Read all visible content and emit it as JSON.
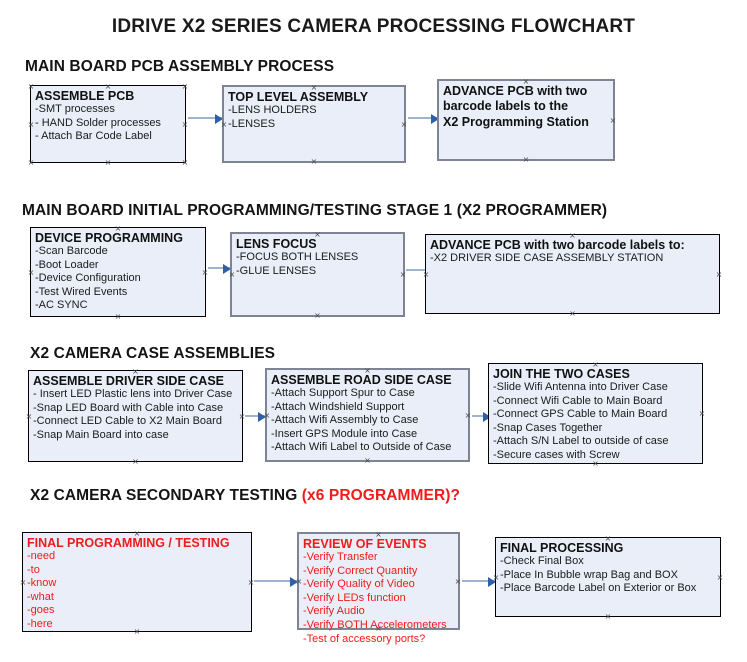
{
  "document": {
    "title": "IDRIVE X2  SERIES CAMERA PROCESSING FLOWCHART"
  },
  "colors": {
    "node_fill": "#e9eef8",
    "node_border": "#000000",
    "node_border_selected": "#7e8493",
    "accent_red": "#ee1c1c",
    "connector": "#9fb3cd",
    "arrow_head": "#2f5fa8",
    "text": "#1b1b1b"
  },
  "sections": [
    {
      "heading": "MAIN BOARD PCB ASSEMBLY PROCESS",
      "heading_accent": "",
      "nodes": [
        {
          "title": "ASSEMBLE PCB",
          "title_color": "black",
          "bold_body": false,
          "items": [
            "-SMT processes",
            "- HAND Solder processes",
            "- Attach Bar Code Label"
          ]
        },
        {
          "title": "TOP LEVEL ASSEMBLY",
          "title_color": "black",
          "bold_body": false,
          "items": [
            "-LENS HOLDERS",
            "-LENSES"
          ]
        },
        {
          "title": "ADVANCE PCB with two",
          "title_color": "black",
          "bold_body": true,
          "items": [
            "barcode labels to the",
            " X2 Programming Station"
          ]
        }
      ]
    },
    {
      "heading": "MAIN BOARD INITIAL PROGRAMMING/TESTING STAGE 1 (X2 PROGRAMMER)",
      "heading_accent": "",
      "nodes": [
        {
          "title": "DEVICE PROGRAMMING",
          "title_color": "black",
          "bold_body": false,
          "items": [
            "-Scan Barcode",
            "-Boot Loader",
            "-Device Configuration",
            "-Test Wired Events",
            "-AC SYNC"
          ]
        },
        {
          "title": "LENS FOCUS",
          "title_color": "black",
          "bold_body": false,
          "items": [
            "-FOCUS BOTH LENSES",
            "-GLUE LENSES"
          ]
        },
        {
          "title": "ADVANCE PCB with two barcode labels to:",
          "title_color": "black",
          "bold_body": false,
          "items": [
            "-X2 DRIVER  SIDE  CASE  ASSEMBLY STATION"
          ]
        }
      ]
    },
    {
      "heading": "X2 CAMERA CASE ASSEMBLIES",
      "heading_accent": "",
      "nodes": [
        {
          "title": "ASSEMBLE DRIVER SIDE CASE",
          "title_color": "black",
          "bold_body": false,
          "items": [
            "- Insert LED Plastic lens into Driver Case",
            "-Snap LED Board with Cable into Case",
            "-Connect LED Cable to X2 Main Board",
            "-Snap Main Board into case"
          ]
        },
        {
          "title": "ASSEMBLE ROAD SIDE CASE",
          "title_color": "black",
          "bold_body": false,
          "items": [
            "-Attach Support Spur to Case",
            "-Attach Windshield Support",
            "-Attach Wifi Assembly to Case",
            "-Insert GPS Module into Case",
            "-Attach Wifi Label to Outside of Case"
          ]
        },
        {
          "title": "JOIN THE TWO CASES",
          "title_color": "black",
          "bold_body": false,
          "items": [
            "-Slide Wifi Antenna into Driver Case",
            "-Connect Wifi Cable to Main Board",
            "-Connect GPS Cable to Main Board",
            "-Snap Cases Together",
            "-Attach S/N Label to outside of case",
            "-Secure cases with Screw"
          ]
        }
      ]
    },
    {
      "heading": "X2 CAMERA SECONDARY TESTING ",
      "heading_accent": "(x6 PROGRAMMER)?",
      "nodes": [
        {
          "title": "FINAL PROGRAMMING / TESTING",
          "title_color": "red",
          "bold_body": false,
          "items": [
            "-need",
            "-to",
            "-know",
            "-what",
            "-goes",
            "-here"
          ]
        },
        {
          "title": "REVIEW OF EVENTS",
          "title_color": "red",
          "bold_body": false,
          "items": [
            "-Verify Transfer",
            "-Verify Correct Quantity",
            "-Verify Quality of Video",
            "-Verify LEDs function",
            "-Verify Audio",
            "-Verify BOTH Accelerometers",
            "-Test of accessory ports?"
          ]
        },
        {
          "title": "FINAL PROCESSING",
          "title_color": "black",
          "bold_body": false,
          "items": [
            " -Check Final Box",
            "-Place In Bubble wrap Bag and BOX",
            "-Place Barcode Label on Exterior or Box"
          ]
        }
      ]
    }
  ]
}
